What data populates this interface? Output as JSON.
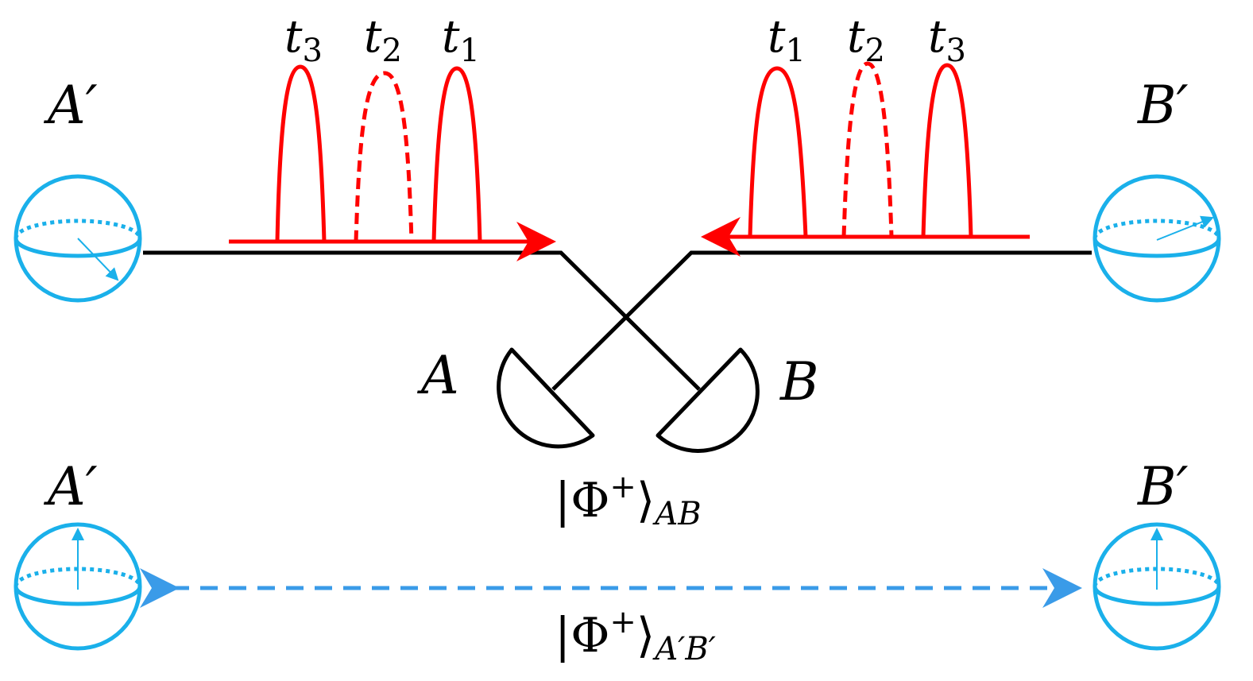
{
  "labels": {
    "A_prime_top": "A′",
    "B_prime_top": "B′",
    "A": "A",
    "B": "B",
    "A_prime_bottom": "A′",
    "B_prime_bottom": "B′"
  },
  "pulses_left": {
    "first": "t",
    "first_sub": "3",
    "second": "t",
    "second_sub": "2",
    "third": "t",
    "third_sub": "1"
  },
  "pulses_right": {
    "first": "t",
    "first_sub": "1",
    "second": "t",
    "second_sub": "2",
    "third": "t",
    "third_sub": "3"
  },
  "states": {
    "ket_open": "|Φ",
    "plus": "+",
    "ket_close": "⟩",
    "AB_sub": "AB",
    "ApBp_sub": "A′B′"
  },
  "colors": {
    "pulse": "#ff0000",
    "sphere": "#1ab0ea",
    "link": "#3a9be8",
    "line": "#000000"
  }
}
